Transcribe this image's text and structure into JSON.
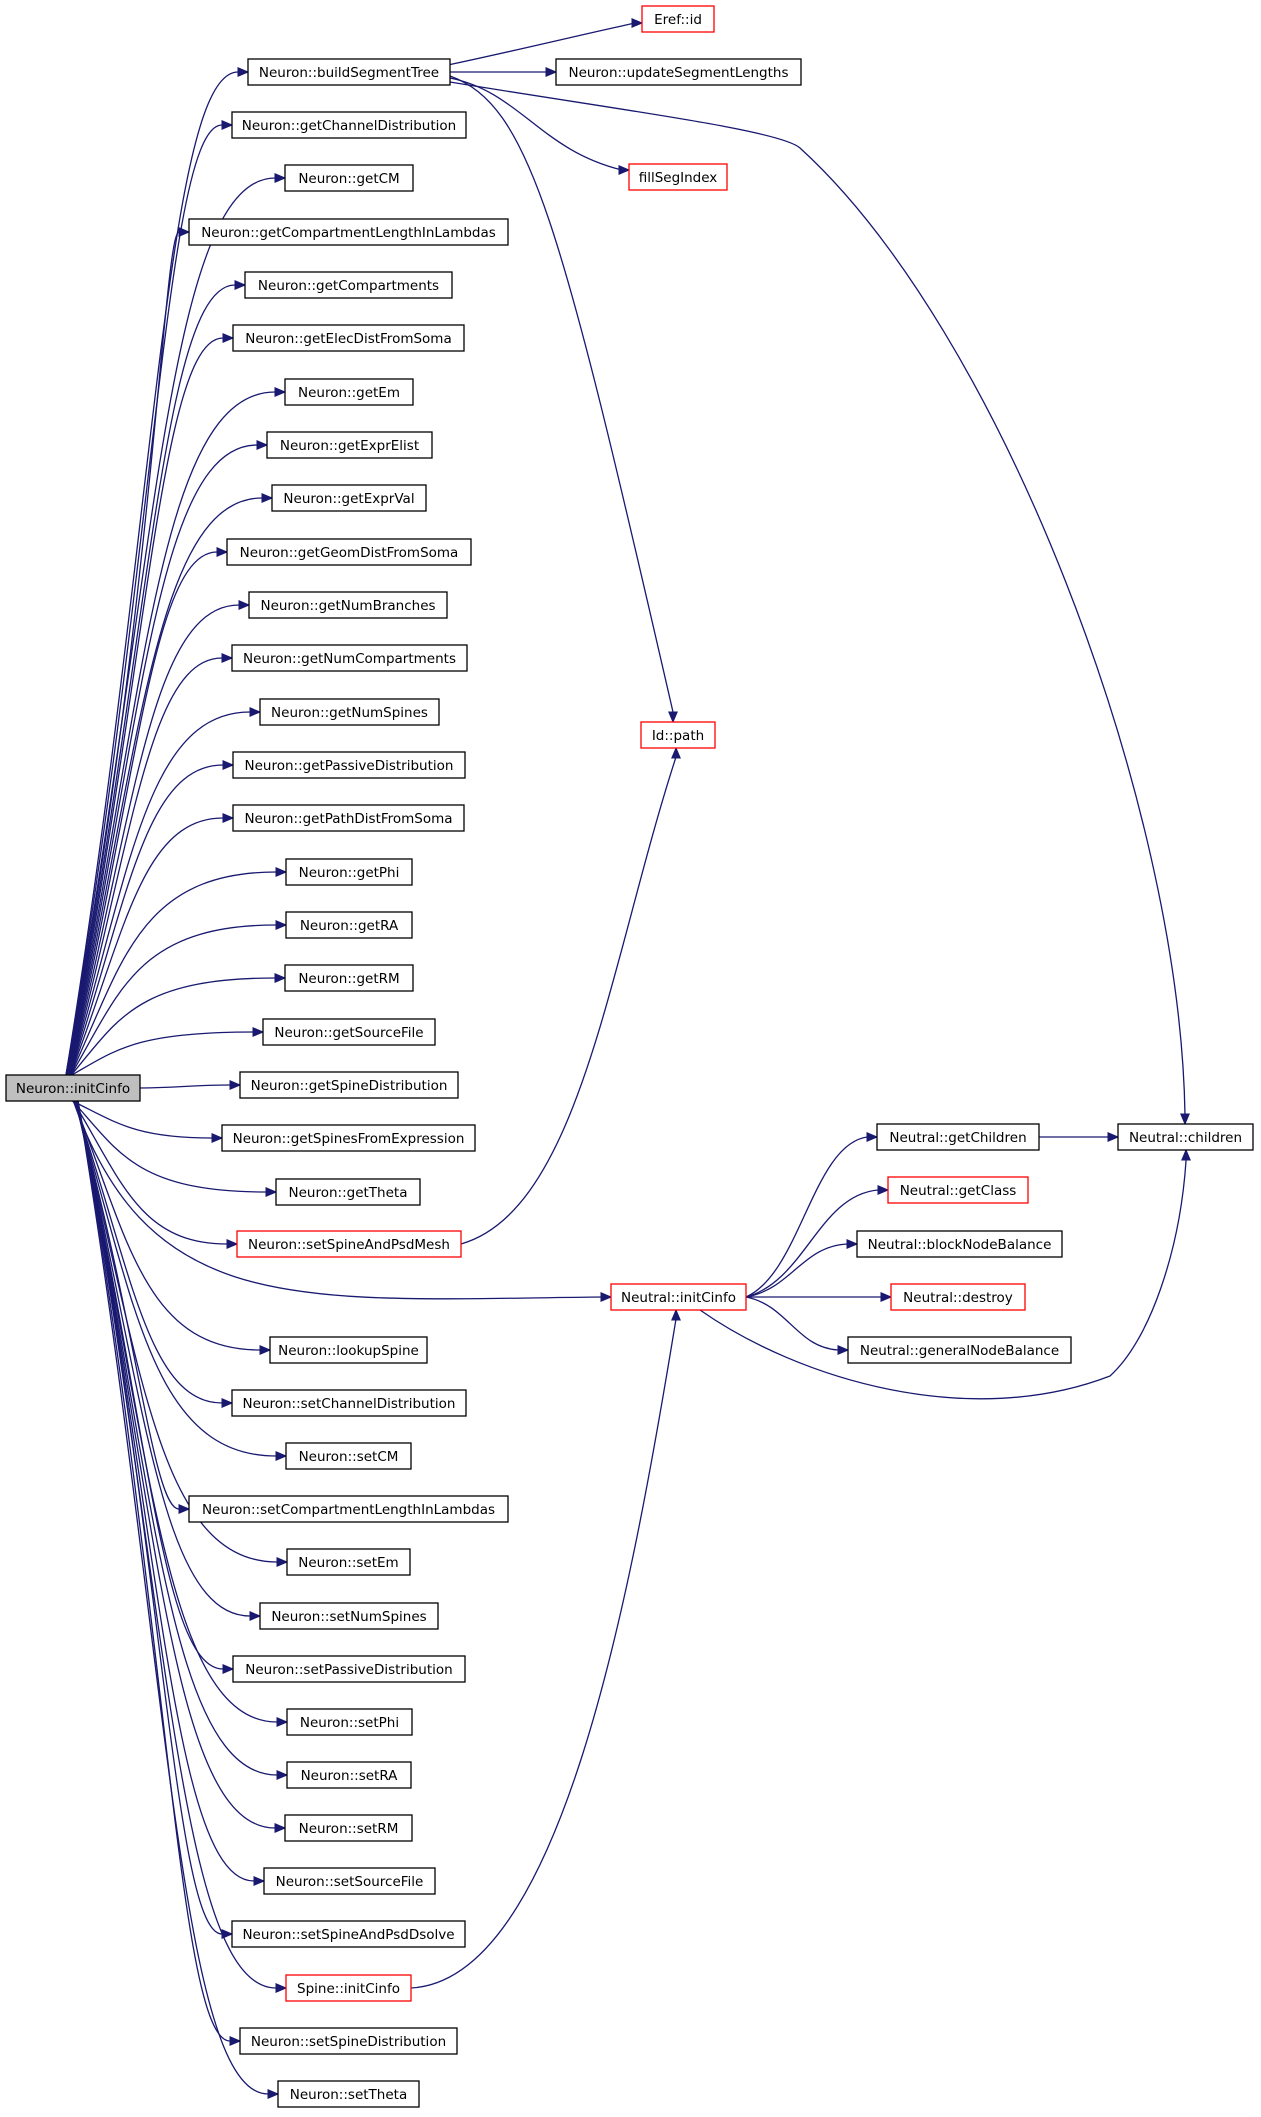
{
  "graph": {
    "edge_color": "#191970",
    "nodes": [
      {
        "id": "initCinfo",
        "label": "Neuron::initCinfo",
        "style": "root"
      },
      {
        "id": "buildSegmentTree",
        "label": "Neuron::buildSegmentTree",
        "style": "black"
      },
      {
        "id": "getChannelDistribution",
        "label": "Neuron::getChannelDistribution",
        "style": "black"
      },
      {
        "id": "getCM",
        "label": "Neuron::getCM",
        "style": "black"
      },
      {
        "id": "getCompartmentLengthInLambdas",
        "label": "Neuron::getCompartmentLengthInLambdas",
        "style": "black"
      },
      {
        "id": "getCompartments",
        "label": "Neuron::getCompartments",
        "style": "black"
      },
      {
        "id": "getElecDistFromSoma",
        "label": "Neuron::getElecDistFromSoma",
        "style": "black"
      },
      {
        "id": "getEm",
        "label": "Neuron::getEm",
        "style": "black"
      },
      {
        "id": "getExprElist",
        "label": "Neuron::getExprElist",
        "style": "black"
      },
      {
        "id": "getExprVal",
        "label": "Neuron::getExprVal",
        "style": "black"
      },
      {
        "id": "getGeomDistFromSoma",
        "label": "Neuron::getGeomDistFromSoma",
        "style": "black"
      },
      {
        "id": "getNumBranches",
        "label": "Neuron::getNumBranches",
        "style": "black"
      },
      {
        "id": "getNumCompartments",
        "label": "Neuron::getNumCompartments",
        "style": "black"
      },
      {
        "id": "getNumSpines",
        "label": "Neuron::getNumSpines",
        "style": "black"
      },
      {
        "id": "getPassiveDistribution",
        "label": "Neuron::getPassiveDistribution",
        "style": "black"
      },
      {
        "id": "getPathDistFromSoma",
        "label": "Neuron::getPathDistFromSoma",
        "style": "black"
      },
      {
        "id": "getPhi",
        "label": "Neuron::getPhi",
        "style": "black"
      },
      {
        "id": "getRA",
        "label": "Neuron::getRA",
        "style": "black"
      },
      {
        "id": "getRM",
        "label": "Neuron::getRM",
        "style": "black"
      },
      {
        "id": "getSourceFile",
        "label": "Neuron::getSourceFile",
        "style": "black"
      },
      {
        "id": "getSpineDistribution",
        "label": "Neuron::getSpineDistribution",
        "style": "black"
      },
      {
        "id": "getSpinesFromExpression",
        "label": "Neuron::getSpinesFromExpression",
        "style": "black"
      },
      {
        "id": "getTheta",
        "label": "Neuron::getTheta",
        "style": "black"
      },
      {
        "id": "setSpineAndPsdMesh",
        "label": "Neuron::setSpineAndPsdMesh",
        "style": "red"
      },
      {
        "id": "lookupSpine",
        "label": "Neuron::lookupSpine",
        "style": "black"
      },
      {
        "id": "setChannelDistribution",
        "label": "Neuron::setChannelDistribution",
        "style": "black"
      },
      {
        "id": "setCM",
        "label": "Neuron::setCM",
        "style": "black"
      },
      {
        "id": "setCompartmentLengthInLambdas",
        "label": "Neuron::setCompartmentLengthInLambdas",
        "style": "black"
      },
      {
        "id": "setEm",
        "label": "Neuron::setEm",
        "style": "black"
      },
      {
        "id": "setNumSpines",
        "label": "Neuron::setNumSpines",
        "style": "black"
      },
      {
        "id": "setPassiveDistribution",
        "label": "Neuron::setPassiveDistribution",
        "style": "black"
      },
      {
        "id": "setPhi",
        "label": "Neuron::setPhi",
        "style": "black"
      },
      {
        "id": "setRA",
        "label": "Neuron::setRA",
        "style": "black"
      },
      {
        "id": "setRM",
        "label": "Neuron::setRM",
        "style": "black"
      },
      {
        "id": "setSourceFile",
        "label": "Neuron::setSourceFile",
        "style": "black"
      },
      {
        "id": "setSpineAndPsdDsolve",
        "label": "Neuron::setSpineAndPsdDsolve",
        "style": "black"
      },
      {
        "id": "spineInitCinfo",
        "label": "Spine::initCinfo",
        "style": "red"
      },
      {
        "id": "setSpineDistribution",
        "label": "Neuron::setSpineDistribution",
        "style": "black"
      },
      {
        "id": "setTheta",
        "label": "Neuron::setTheta",
        "style": "black"
      },
      {
        "id": "erefId",
        "label": "Eref::id",
        "style": "red"
      },
      {
        "id": "updateSegmentLengths",
        "label": "Neuron::updateSegmentLengths",
        "style": "black"
      },
      {
        "id": "fillSegIndex",
        "label": "fillSegIndex",
        "style": "red"
      },
      {
        "id": "idPath",
        "label": "Id::path",
        "style": "red"
      },
      {
        "id": "neutralInitCinfo",
        "label": "Neutral::initCinfo",
        "style": "red"
      },
      {
        "id": "getChildren",
        "label": "Neutral::getChildren",
        "style": "black"
      },
      {
        "id": "getClass",
        "label": "Neutral::getClass",
        "style": "red"
      },
      {
        "id": "blockNodeBalance",
        "label": "Neutral::blockNodeBalance",
        "style": "black"
      },
      {
        "id": "destroy",
        "label": "Neutral::destroy",
        "style": "red"
      },
      {
        "id": "generalNodeBalance",
        "label": "Neutral::generalNodeBalance",
        "style": "black"
      },
      {
        "id": "children",
        "label": "Neutral::children",
        "style": "black"
      }
    ],
    "edges": [
      [
        "initCinfo",
        "buildSegmentTree"
      ],
      [
        "initCinfo",
        "getChannelDistribution"
      ],
      [
        "initCinfo",
        "getCM"
      ],
      [
        "initCinfo",
        "getCompartmentLengthInLambdas"
      ],
      [
        "initCinfo",
        "getCompartments"
      ],
      [
        "initCinfo",
        "getElecDistFromSoma"
      ],
      [
        "initCinfo",
        "getEm"
      ],
      [
        "initCinfo",
        "getExprElist"
      ],
      [
        "initCinfo",
        "getExprVal"
      ],
      [
        "initCinfo",
        "getGeomDistFromSoma"
      ],
      [
        "initCinfo",
        "getNumBranches"
      ],
      [
        "initCinfo",
        "getNumCompartments"
      ],
      [
        "initCinfo",
        "getNumSpines"
      ],
      [
        "initCinfo",
        "getPassiveDistribution"
      ],
      [
        "initCinfo",
        "getPathDistFromSoma"
      ],
      [
        "initCinfo",
        "getPhi"
      ],
      [
        "initCinfo",
        "getRA"
      ],
      [
        "initCinfo",
        "getRM"
      ],
      [
        "initCinfo",
        "getSourceFile"
      ],
      [
        "initCinfo",
        "getSpineDistribution"
      ],
      [
        "initCinfo",
        "getSpinesFromExpression"
      ],
      [
        "initCinfo",
        "getTheta"
      ],
      [
        "initCinfo",
        "setSpineAndPsdMesh"
      ],
      [
        "initCinfo",
        "neutralInitCinfo"
      ],
      [
        "initCinfo",
        "lookupSpine"
      ],
      [
        "initCinfo",
        "setChannelDistribution"
      ],
      [
        "initCinfo",
        "setCM"
      ],
      [
        "initCinfo",
        "setCompartmentLengthInLambdas"
      ],
      [
        "initCinfo",
        "setEm"
      ],
      [
        "initCinfo",
        "setNumSpines"
      ],
      [
        "initCinfo",
        "setPassiveDistribution"
      ],
      [
        "initCinfo",
        "setPhi"
      ],
      [
        "initCinfo",
        "setRA"
      ],
      [
        "initCinfo",
        "setRM"
      ],
      [
        "initCinfo",
        "setSourceFile"
      ],
      [
        "initCinfo",
        "setSpineAndPsdDsolve"
      ],
      [
        "initCinfo",
        "spineInitCinfo"
      ],
      [
        "initCinfo",
        "setSpineDistribution"
      ],
      [
        "initCinfo",
        "setTheta"
      ],
      [
        "buildSegmentTree",
        "erefId"
      ],
      [
        "buildSegmentTree",
        "updateSegmentLengths"
      ],
      [
        "buildSegmentTree",
        "fillSegIndex"
      ],
      [
        "buildSegmentTree",
        "idPath"
      ],
      [
        "buildSegmentTree",
        "children"
      ],
      [
        "setSpineAndPsdMesh",
        "idPath"
      ],
      [
        "spineInitCinfo",
        "neutralInitCinfo"
      ],
      [
        "neutralInitCinfo",
        "getChildren"
      ],
      [
        "neutralInitCinfo",
        "getClass"
      ],
      [
        "neutralInitCinfo",
        "blockNodeBalance"
      ],
      [
        "neutralInitCinfo",
        "destroy"
      ],
      [
        "neutralInitCinfo",
        "generalNodeBalance"
      ],
      [
        "neutralInitCinfo",
        "children"
      ],
      [
        "getChildren",
        "children"
      ]
    ]
  }
}
